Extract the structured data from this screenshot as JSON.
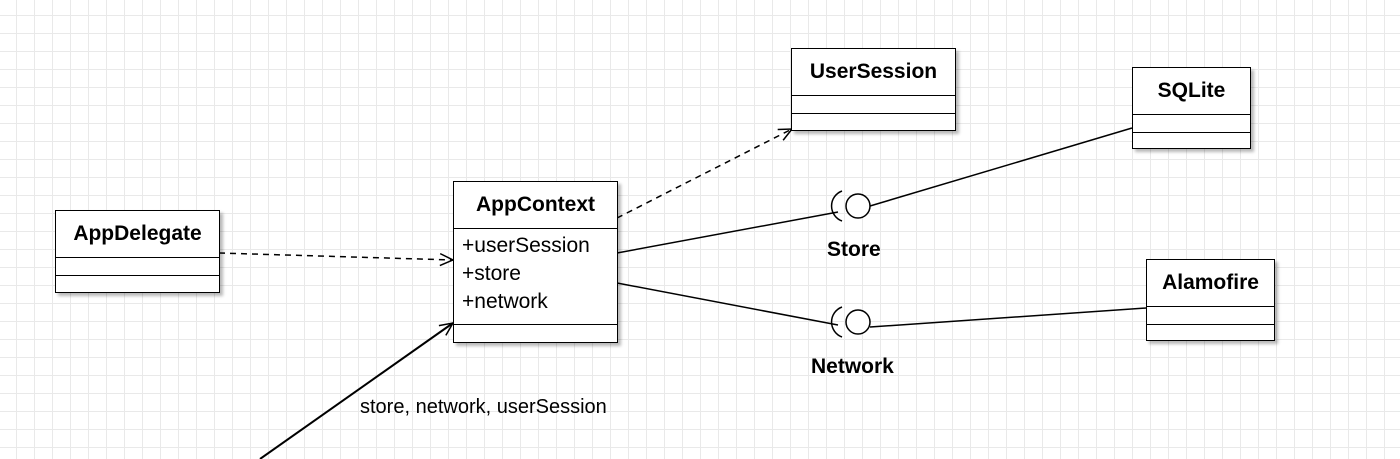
{
  "classes": {
    "user_session": {
      "name": "UserSession",
      "attributes": []
    },
    "sqlite": {
      "name": "SQLite",
      "attributes": []
    },
    "app_delegate": {
      "name": "AppDelegate",
      "attributes": []
    },
    "app_context": {
      "name": "AppContext",
      "attributes": [
        "+userSession",
        "+store",
        "+network"
      ]
    },
    "alamofire": {
      "name": "Alamofire",
      "attributes": []
    }
  },
  "interfaces": {
    "store": {
      "name": "Store"
    },
    "network": {
      "name": "Network"
    }
  },
  "edge_labels": {
    "incoming": "store, network, userSession"
  },
  "colors": {
    "line": "#000000",
    "grid": "#e9e9e9",
    "background": "#ffffff"
  }
}
